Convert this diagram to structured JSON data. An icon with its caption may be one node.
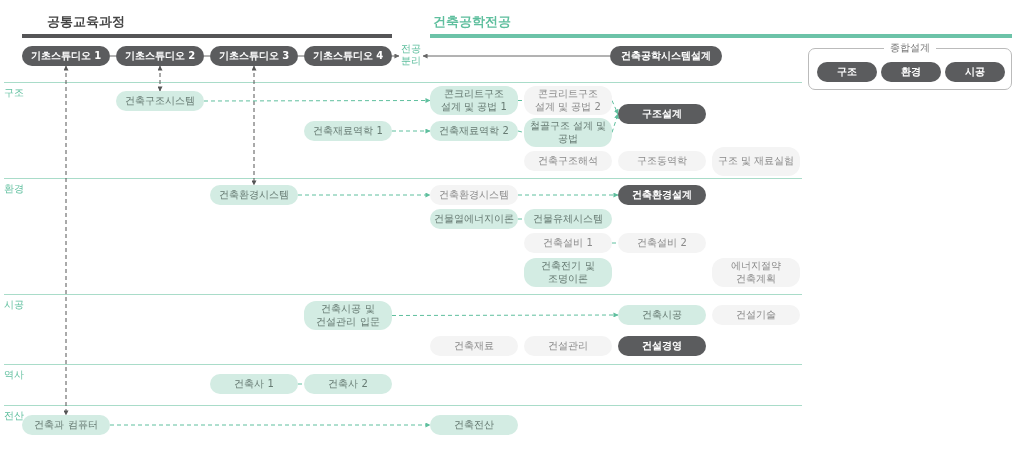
{
  "diagram": {
    "nodes": [
      {
        "text": [
          "기초스튜디오 1"
        ]
      },
      {
        "text": [
          "기초스튜디오 2"
        ]
      },
      {
        "text": [
          "기초스튜디오 3"
        ]
      },
      {
        "text": [
          "기초스튜디오 4"
        ]
      },
      {
        "text": [
          "전공 분리"
        ]
      },
      {
        "text": [
          "건축공학시스템설계"
        ]
      },
      {
        "text": [
          "종합설계"
        ]
      },
      {
        "text": [
          "구조"
        ],
        "in": 6
      },
      {
        "text": [
          "환경"
        ],
        "in": 6
      },
      {
        "text": [
          "시공"
        ],
        "in": 6
      },
      {
        "text": [
          "건축구조시스템"
        ]
      },
      {
        "text": [
          "콘크리트구조 설계 및 공법 1"
        ]
      },
      {
        "text": [
          "콘크리트구조 설계 및 공법 2"
        ]
      },
      {
        "text": [
          "구조설계"
        ]
      },
      {
        "text": [
          "건축재료역학 1"
        ]
      },
      {
        "text": [
          "건축재료역학 2"
        ]
      },
      {
        "text": [
          "철골구조 설계 및 공법"
        ]
      },
      {
        "text": [
          "건축구조해석"
        ]
      },
      {
        "text": [
          "구조동역학"
        ]
      },
      {
        "text": [
          "구조 및 재료실험"
        ]
      },
      {
        "text": [
          "건축환경시스템"
        ]
      },
      {
        "text": [
          "건축환경시스템"
        ]
      },
      {
        "text": [
          "건축환경설계"
        ]
      },
      {
        "text": [
          "건물열에너지이론"
        ]
      },
      {
        "text": [
          "건물유체시스템"
        ]
      },
      {
        "text": [
          "건축설비 1"
        ]
      },
      {
        "text": [
          "건축설비 2"
        ]
      },
      {
        "text": [
          "건축전기 및 조명이론"
        ]
      },
      {
        "text": [
          "에너지절약 건축계획"
        ]
      },
      {
        "text": [
          "건축시공 및 건설관리 입문"
        ]
      },
      {
        "text": [
          "건축시공"
        ]
      },
      {
        "text": [
          "건설기술"
        ]
      },
      {
        "text": [
          "건축재료"
        ]
      },
      {
        "text": [
          "건설관리"
        ]
      },
      {
        "text": [
          "건설경영"
        ]
      },
      {
        "text": [
          "건축사 1"
        ]
      },
      {
        "text": [
          "건축사 2"
        ]
      },
      {
        "text": [
          "건축과 컴퓨터"
        ]
      },
      {
        "text": [
          "건축전산"
        ]
      }
    ],
    "edges": [
      {
        "from": 0,
        "to": 1,
        "arrow": "none",
        "color": "#666666"
      },
      {
        "from": 1,
        "to": 2,
        "arrow": "none",
        "color": "#666666"
      },
      {
        "from": 2,
        "to": 3,
        "arrow": "none",
        "color": "#666666"
      },
      {
        "from": 3,
        "to": 4,
        "arrow": "to",
        "color": "#666666"
      },
      {
        "from": 5,
        "to": 4,
        "arrow": "to",
        "color": "#666666"
      },
      {
        "from": 0,
        "to": 37,
        "arrow": "both",
        "style": "dashed",
        "color": "#555555"
      },
      {
        "from": 1,
        "to": 10,
        "arrow": "both",
        "style": "dashed",
        "color": "#555555"
      },
      {
        "from": 2,
        "to": 20,
        "arrow": "both",
        "style": "dashed",
        "color": "#555555"
      },
      {
        "from": 10,
        "to": 11,
        "arrow": "to",
        "style": "dashed"
      },
      {
        "from": 11,
        "to": 12,
        "arrow": "none",
        "style": "dashed"
      },
      {
        "from": 12,
        "to": 13,
        "arrow": "to",
        "style": "dashed"
      },
      {
        "from": 14,
        "to": 15,
        "arrow": "to",
        "style": "dashed"
      },
      {
        "from": 15,
        "to": 16,
        "arrow": "none",
        "style": "dashed"
      },
      {
        "from": 16,
        "to": 13,
        "arrow": "to",
        "style": "dashed"
      },
      {
        "from": 20,
        "to": 21,
        "arrow": "to",
        "style": "dashed"
      },
      {
        "from": 21,
        "to": 22,
        "arrow": "to",
        "style": "dashed"
      },
      {
        "from": 23,
        "to": 24,
        "arrow": "none",
        "style": "dashed"
      },
      {
        "from": 25,
        "to": 26,
        "arrow": "none",
        "style": "dashed"
      },
      {
        "from": 29,
        "to": 30,
        "arrow": "to",
        "style": "dashed"
      },
      {
        "from": 35,
        "to": 36,
        "arrow": "none",
        "style": "dashed"
      },
      {
        "from": 37,
        "to": 38,
        "arrow": "to",
        "style": "dashed"
      }
    ],
    "labels": [
      "공통교육과정",
      "건축공학전공",
      "구조",
      "환경",
      "시공",
      "역사",
      "전산"
    ]
  }
}
